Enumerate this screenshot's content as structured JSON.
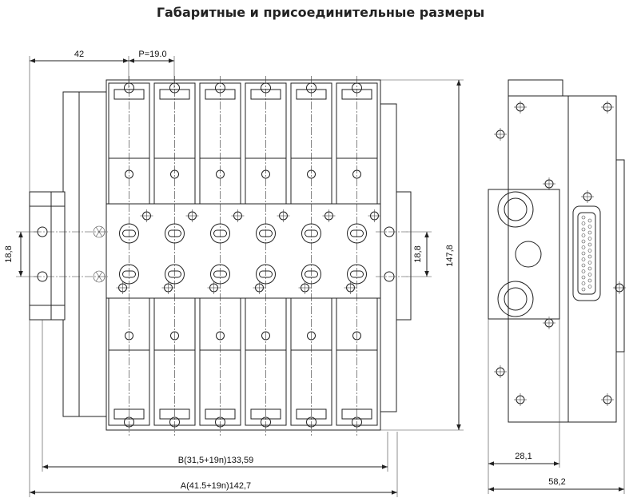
{
  "title": "Габаритные и присоединительные размеры",
  "dimensions": {
    "left_offset": "42",
    "pitch": "P=19.0",
    "height_left": "18,8",
    "height_mid": "18,8",
    "height_total": "147,8",
    "width_b": "B(31,5+19n)133,59",
    "width_a": "A(41.5+19n)142,7",
    "side_depth": "28,1",
    "side_total": "58,2"
  }
}
